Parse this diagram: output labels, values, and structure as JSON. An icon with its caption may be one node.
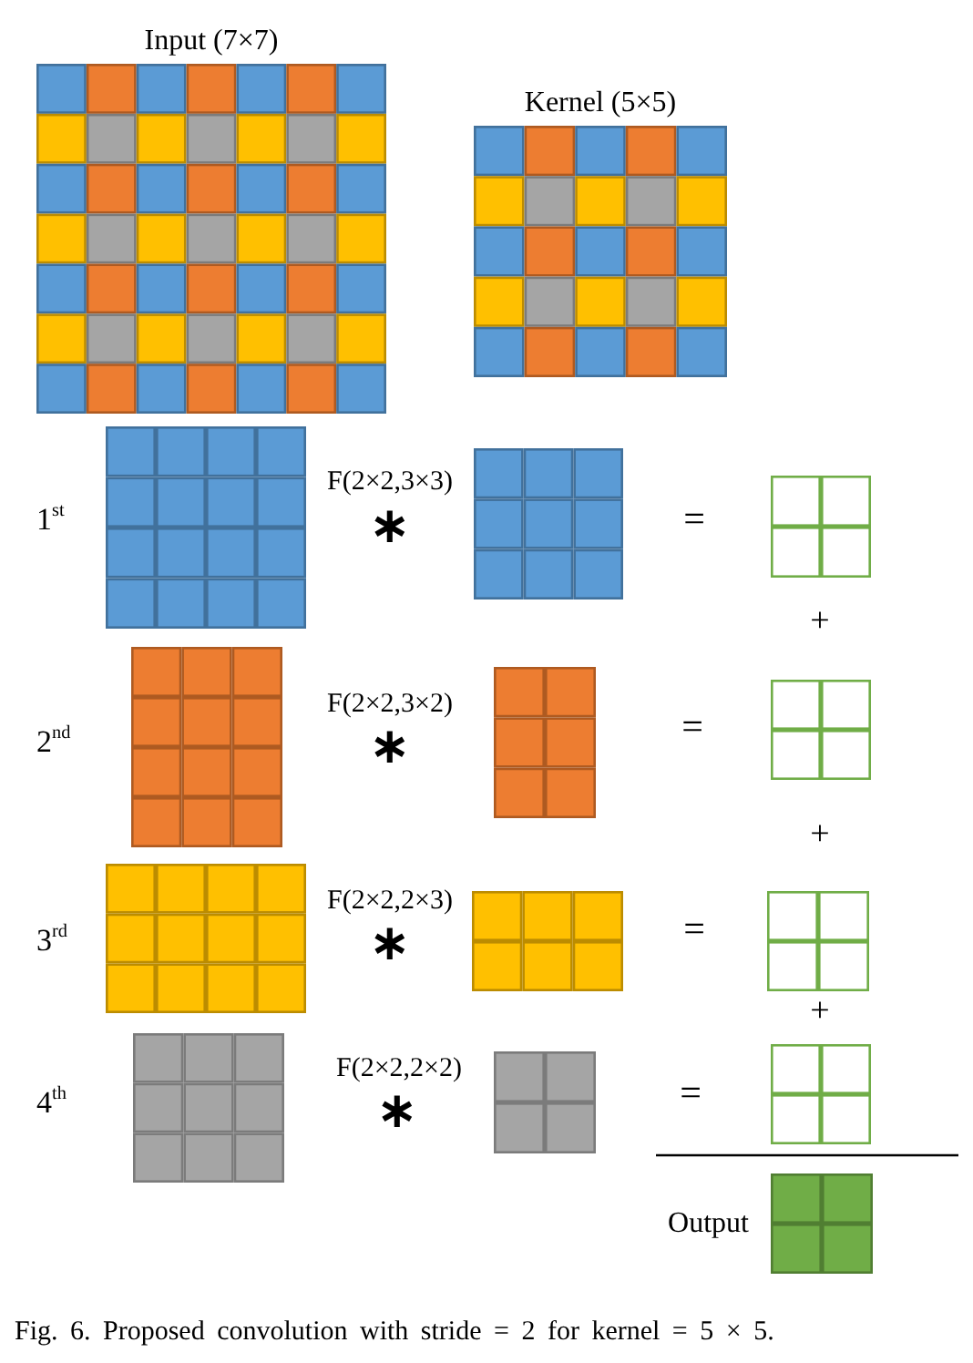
{
  "diagram": {
    "caption": "Fig. 6. Proposed convolution with stride = 2 for kernel = 5 × 5.",
    "nodes": [
      {
        "text": [
          "Input (7×7)"
        ]
      },
      {
        "text": [
          "Kernel (5×5)"
        ]
      },
      {
        "text": [],
        "shape": "box"
      },
      {
        "text": [],
        "shape": "box"
      },
      {
        "text": [],
        "shape": "box"
      },
      {
        "text": [],
        "shape": "box"
      },
      {
        "text": [],
        "shape": "box"
      },
      {
        "text": [],
        "shape": "box"
      },
      {
        "text": [],
        "shape": "box"
      },
      {
        "text": [],
        "shape": "box"
      },
      {
        "text": [],
        "shape": "box"
      },
      {
        "text": [],
        "shape": "box"
      },
      {
        "text": [],
        "shape": "box"
      },
      {
        "text": [],
        "shape": "box"
      },
      {
        "text": [],
        "shape": "box",
        "beside": [
          "Output"
        ]
      }
    ],
    "labels": [
      "1$^{st}$",
      "F(2×2,3×3)",
      "∗",
      "=",
      "+",
      "2$^{nd}$",
      "F(2×2,3×2)",
      "∗",
      "=",
      "+",
      "3$^{rd}$",
      "F(2×2,2×3)",
      "∗",
      "=",
      "+",
      "4$^{th}$",
      "F(2×2,2×2)",
      "∗",
      "="
    ]
  }
}
